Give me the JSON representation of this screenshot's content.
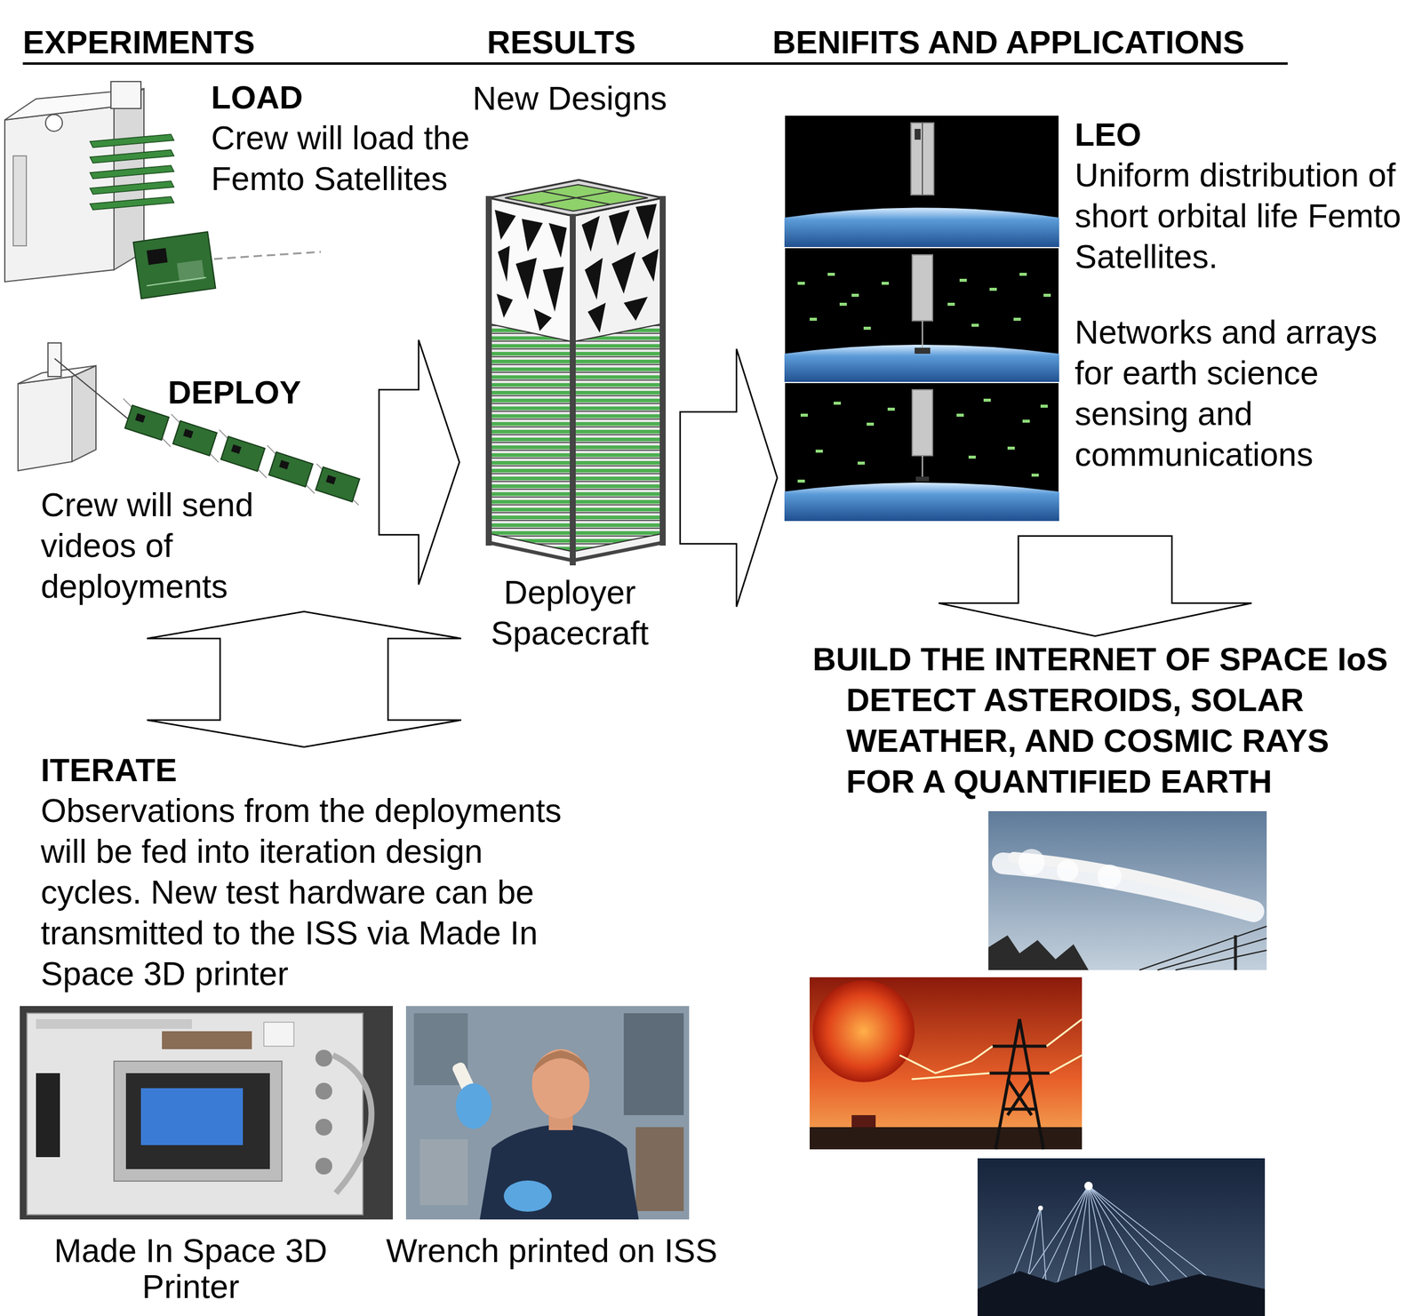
{
  "diagram": {
    "nodes": [
      {
        "text": [
          "LOAD",
          "Crew will load the Femto Satellites"
        ]
      },
      {
        "text": [
          "DEPLOY",
          "Crew will send videos of deployments"
        ]
      },
      {
        "text": [
          "New Designs",
          "Deployer Spacecraft"
        ]
      },
      {
        "text": [
          "LEO",
          "Uniform distribution of short orbital life Femto Satellites.",
          "Networks and arrays for earth science sensing and communications"
        ]
      },
      {
        "text": [
          "BUILD THE INTERNET OF SPACE IoS",
          "DETECT ASTEROIDS, SOLAR WEATHER, AND COSMIC RAYS FOR A QUANTIFIED EARTH"
        ]
      },
      {
        "text": [
          "ITERATE",
          "Observations from the deployments will be fed into iteration design cycles. New test hardware can be transmitted to the ISS via Made In Space 3D printer"
        ]
      }
    ],
    "edges": [
      {
        "from": 1,
        "to": 2,
        "arrow": "to"
      },
      {
        "from": 2,
        "to": 3,
        "arrow": "to"
      },
      {
        "from": 3,
        "to": 4,
        "arrow": "to"
      },
      {
        "from": 1,
        "to": 5,
        "arrow": "both"
      }
    ],
    "labels": [
      "EXPERIMENTS",
      "RESULTS",
      "BENIFITS AND APPLICATIONS",
      "Made In Space 3D Printer",
      "Wrench printed on ISS"
    ]
  }
}
